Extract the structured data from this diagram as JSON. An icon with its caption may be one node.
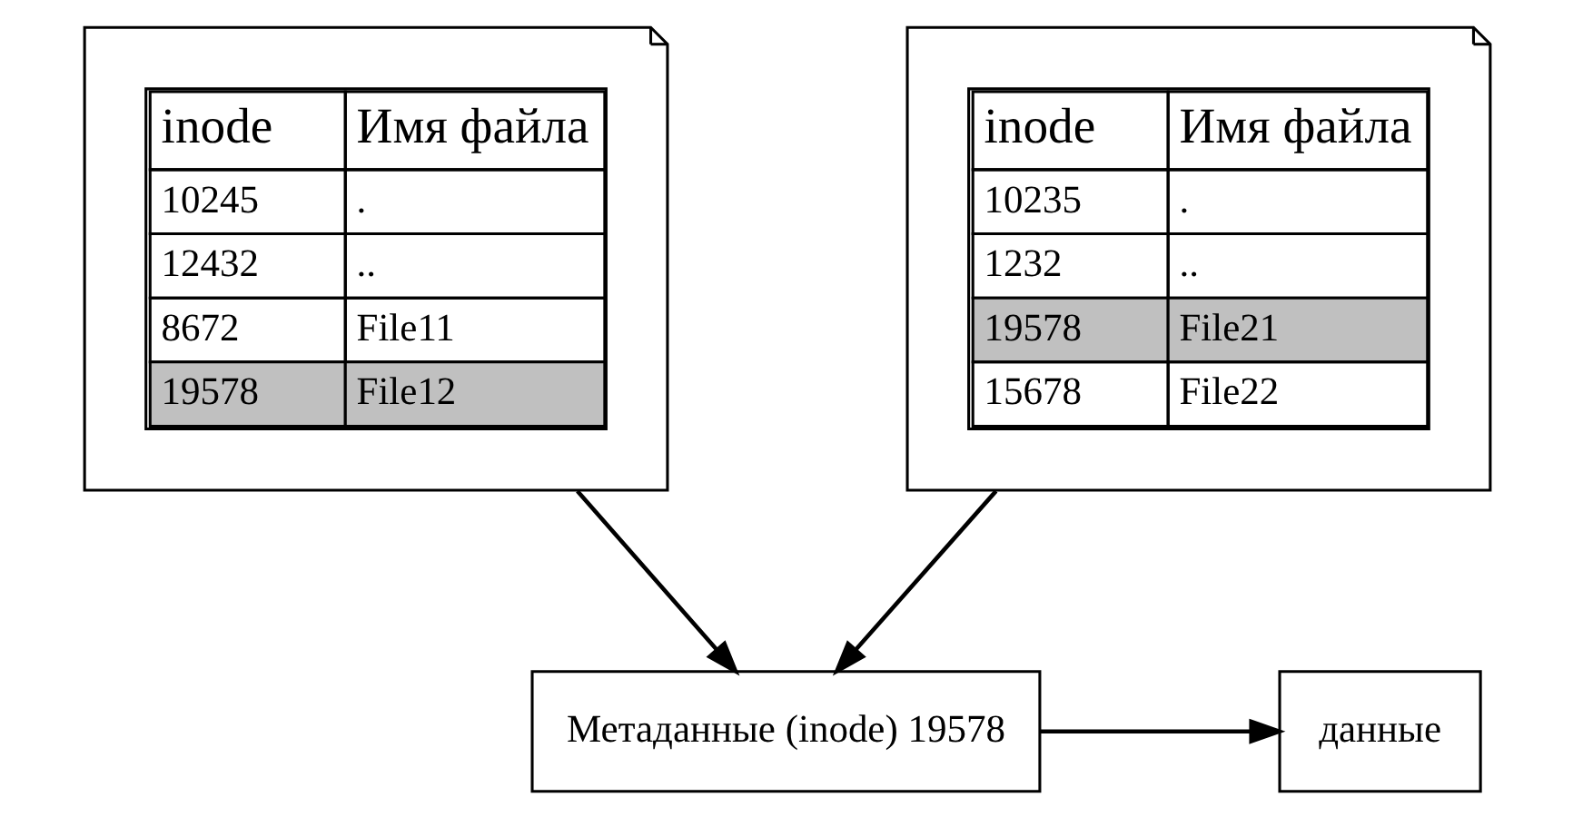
{
  "diagram": {
    "nodes": [
      {
        "text": [
          "inode",
          "Имя файла",
          "10245",
          ".",
          "12432",
          "..",
          "8672",
          "File11",
          "19578",
          "File12"
        ]
      },
      {
        "text": [
          "inode",
          "Имя файла",
          "10235",
          ".",
          "1232",
          "..",
          "19578",
          "File21",
          "15678",
          "File22"
        ]
      },
      {
        "text": [
          "Метаданные (inode) 19578"
        ]
      },
      {
        "text": [
          "данные"
        ]
      }
    ],
    "edges": [
      {
        "from": 0,
        "to": 2,
        "arrow": "to"
      },
      {
        "from": 1,
        "to": 2,
        "arrow": "to"
      },
      {
        "from": 2,
        "to": 3,
        "arrow": "to"
      }
    ]
  }
}
